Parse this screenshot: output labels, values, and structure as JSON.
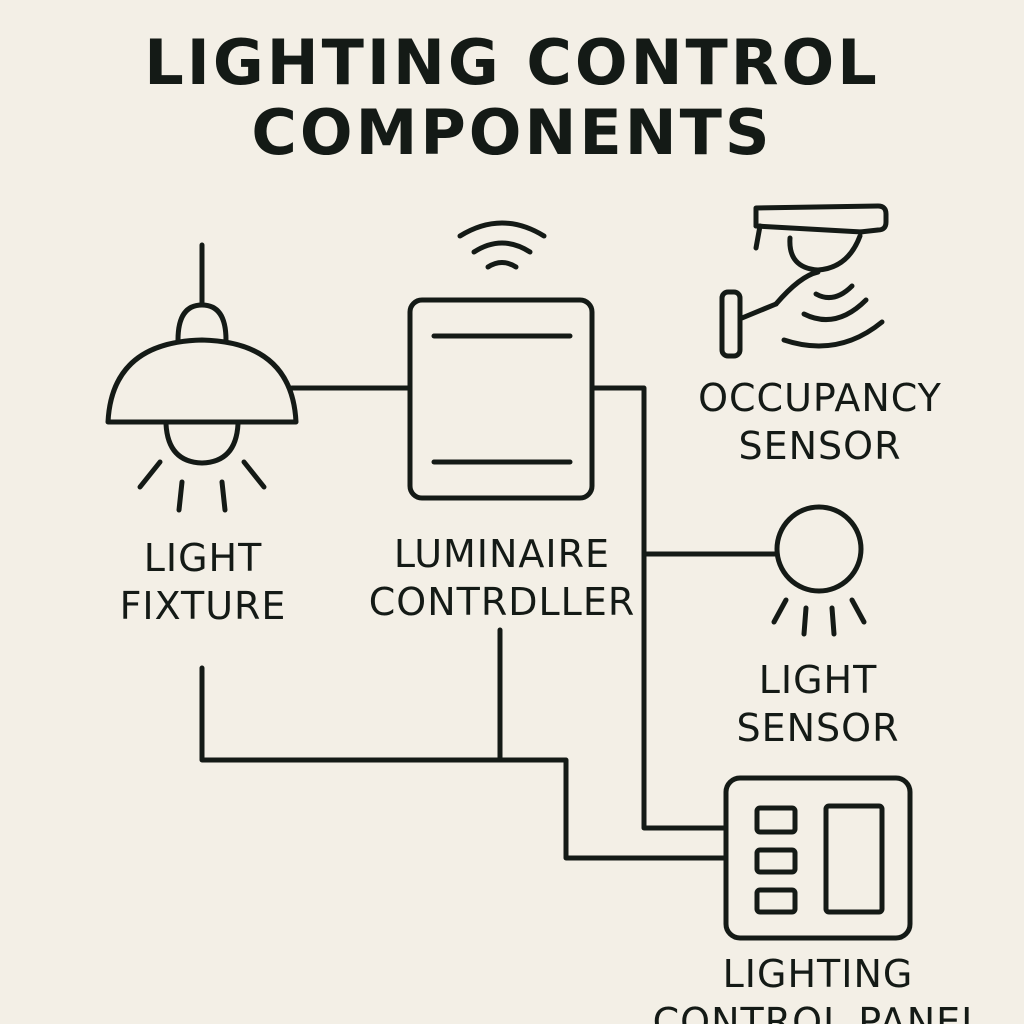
{
  "title": {
    "line1": "LIGHTING CONTROL",
    "line2": "COMPONENTS"
  },
  "components": {
    "light_fixture": {
      "line1": "LIGHT",
      "line2": "FIXTURE",
      "icon": "pendant-lamp-icon"
    },
    "luminaire_controller": {
      "line1": "LUMINAIRE",
      "line2": "CONTRDLLER",
      "icon": "wireless-controller-icon"
    },
    "occupancy_sensor": {
      "line1": "OCCUPANCY",
      "line2": "SENSOR",
      "icon": "occupancy-sensor-icon"
    },
    "light_sensor": {
      "line1": "LIGHT",
      "line2": "SENSOR",
      "icon": "light-sensor-icon"
    },
    "lighting_control_panel": {
      "line1": "LIGHTING",
      "line2": "CONTROL PANEL",
      "icon": "control-panel-icon"
    }
  },
  "colors": {
    "background": "#f3efe6",
    "ink": "#141a16"
  }
}
